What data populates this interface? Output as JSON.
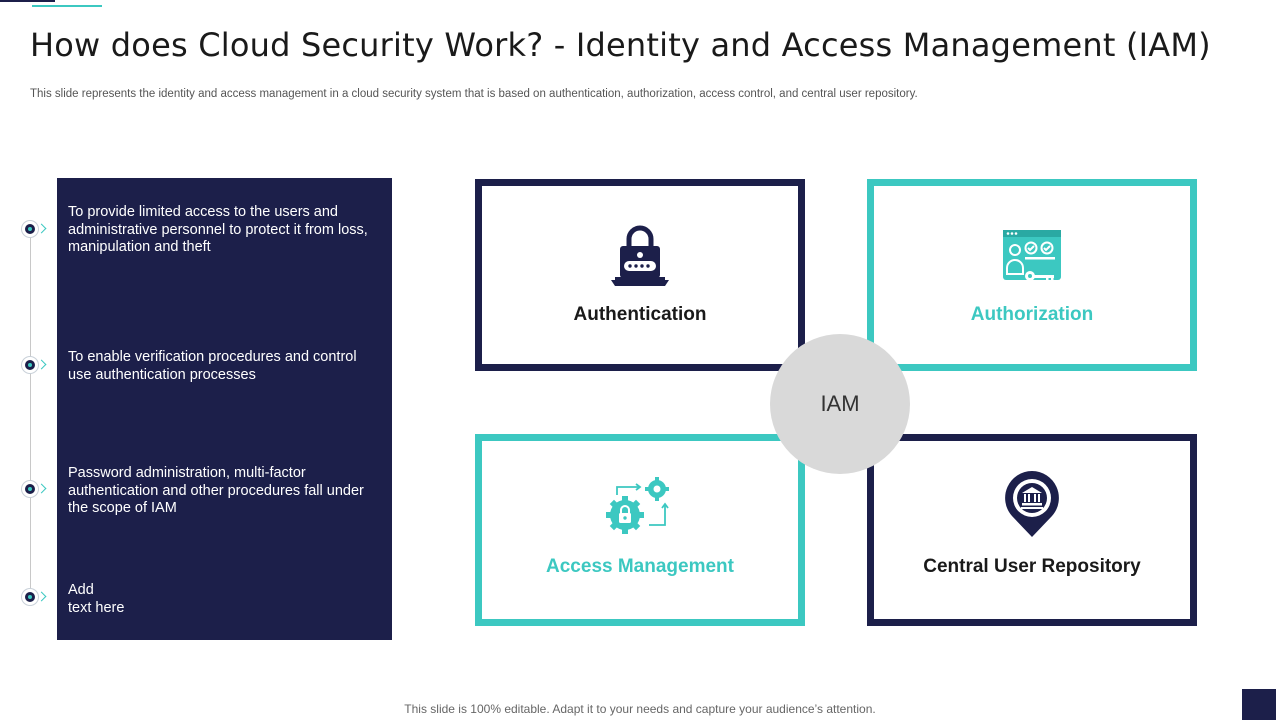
{
  "slide": {
    "title": "How does Cloud Security Work? - Identity and Access Management (IAM)",
    "subtitle": "This slide represents the identity and access management in a cloud security system that is based on authentication, authorization, access control, and central user repository.",
    "footer": "This slide is 100% editable. Adapt it to your needs and capture your audience’s attention."
  },
  "left_panel": {
    "points": [
      "To provide limited access to the users and administrative personnel to protect it from loss, manipulation and theft",
      "To enable verification procedures and control use authentication processes",
      "Password administration, multi-factor authentication and other procedures fall under the scope of IAM",
      "Add\ntext here"
    ]
  },
  "diagram": {
    "center_label": "IAM",
    "boxes": [
      {
        "label": "Authentication",
        "icon": "laptop-lock-icon"
      },
      {
        "label": "Authorization",
        "icon": "access-authorization-icon"
      },
      {
        "label": "Access Management",
        "icon": "gears-lock-icon"
      },
      {
        "label": "Central User Repository",
        "icon": "bank-location-pin-icon"
      }
    ]
  },
  "colors": {
    "navy": "#1c1f4a",
    "teal": "#3cc8c1",
    "circle_gray": "#d9d9d9"
  }
}
